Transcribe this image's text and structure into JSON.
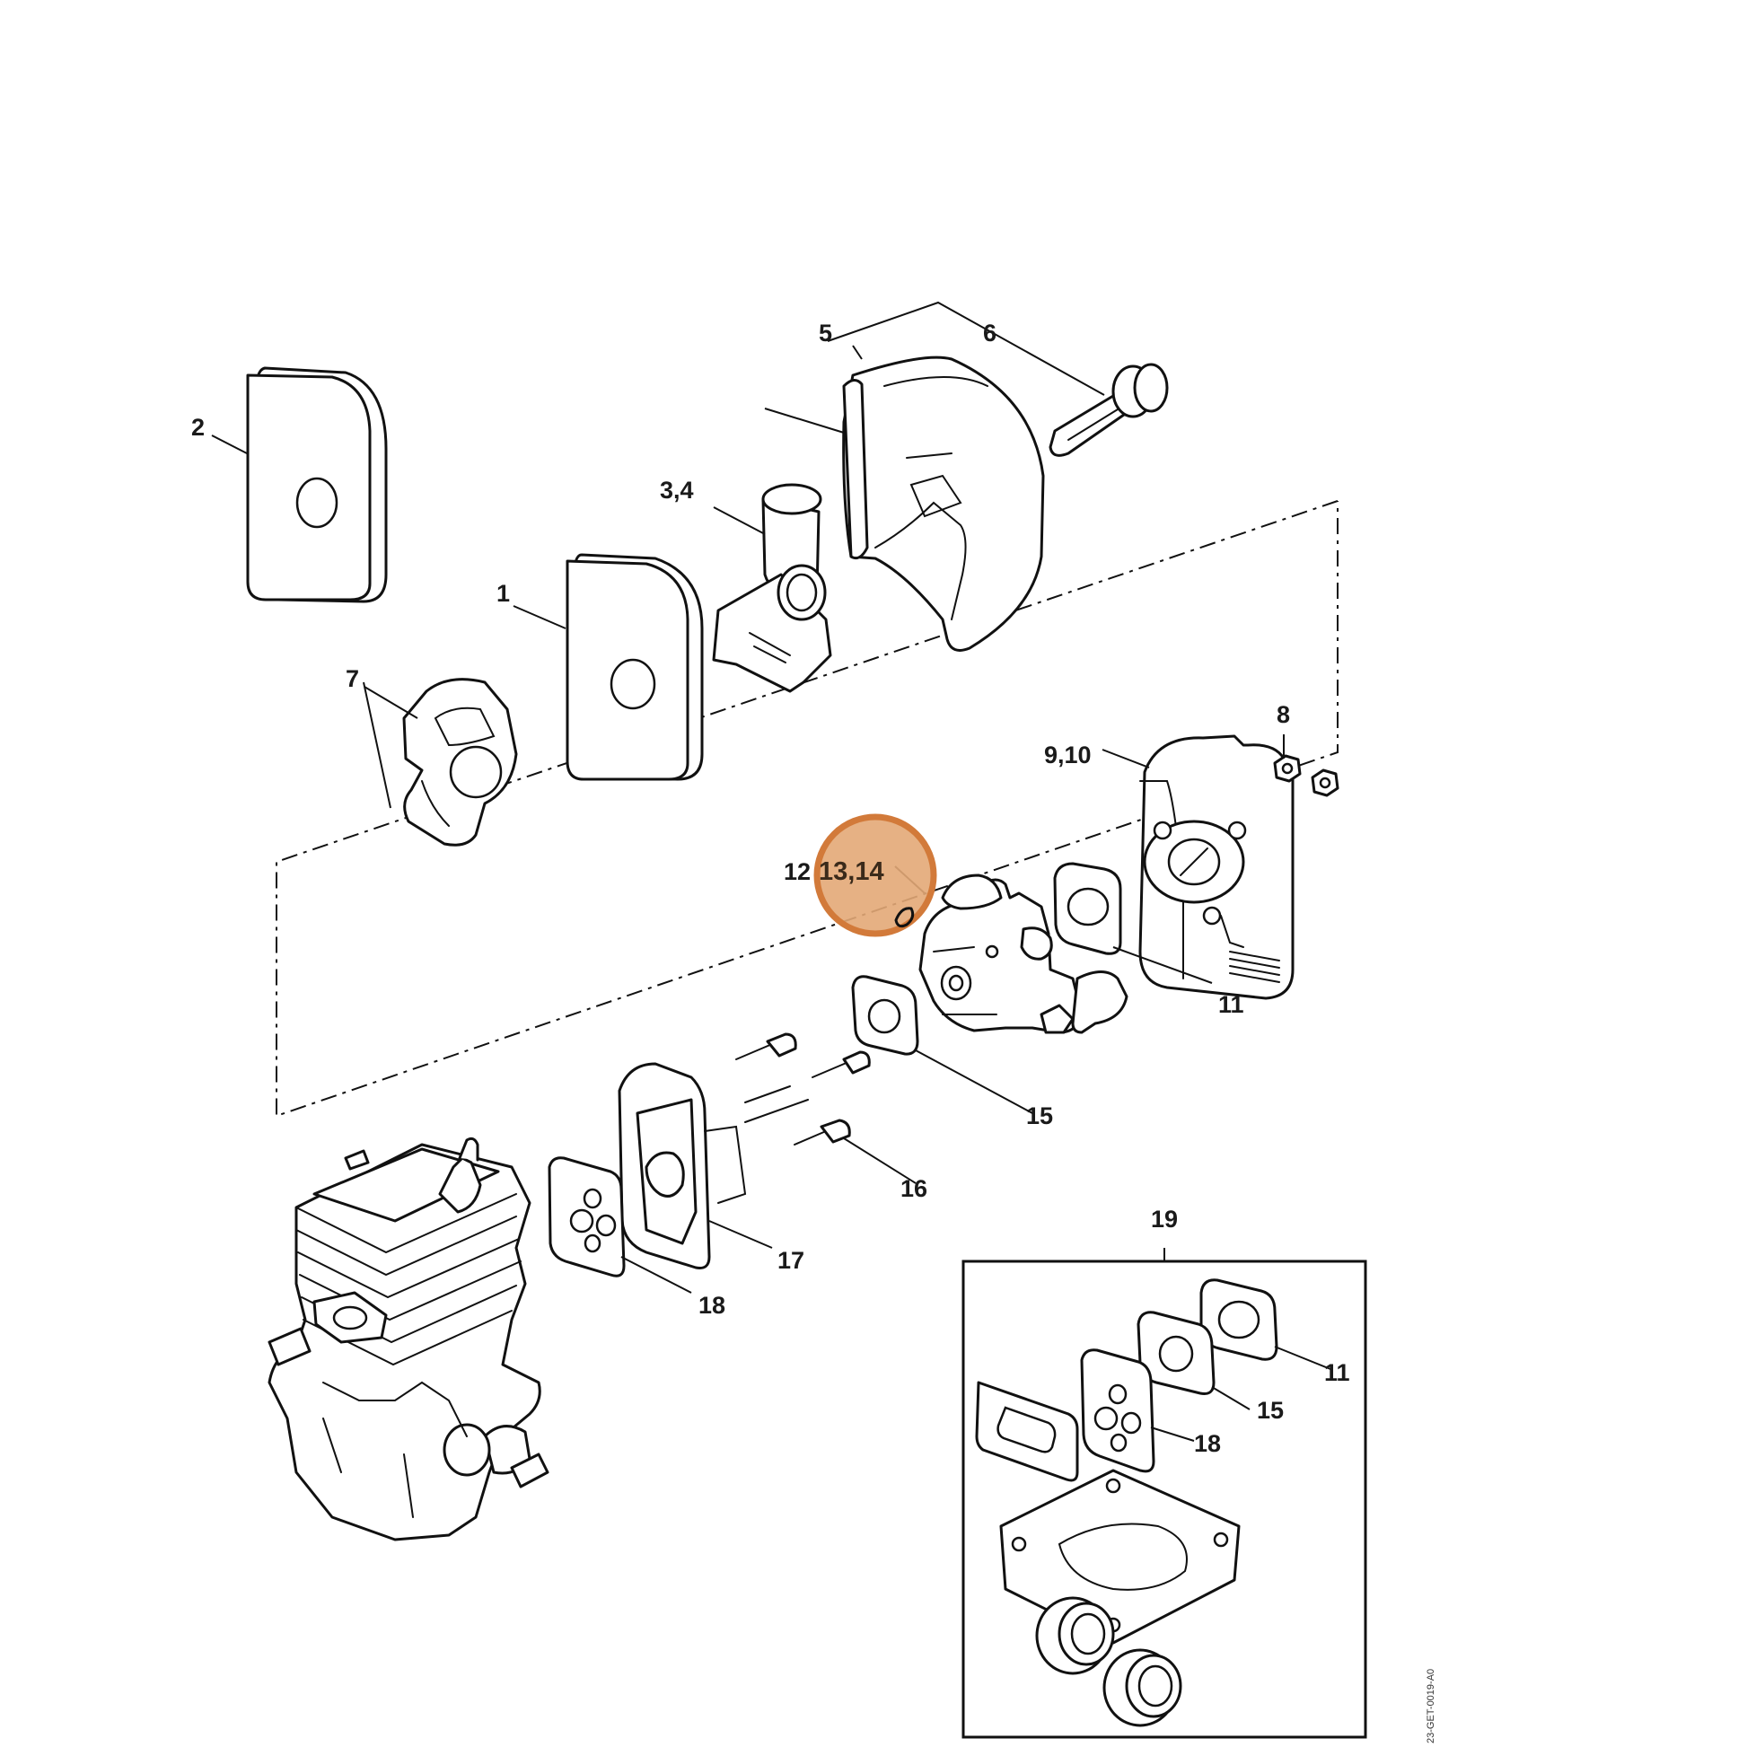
{
  "diagram": {
    "drawing_code": "23-GET-0019-A0",
    "highlight_color": "#e3a877",
    "highlight_ring_color": "#d27a3a",
    "highlighted_callout": "13,14",
    "callouts": {
      "c1": "1",
      "c2": "2",
      "c34": "3,4",
      "c5": "5",
      "c6": "6",
      "c7": "7",
      "c8": "8",
      "c910": "9,10",
      "c11": "11",
      "c12": "12",
      "c1314": "13,14",
      "c15": "15",
      "c16": "16",
      "c17": "17",
      "c18": "18",
      "c19": "19",
      "k11": "11",
      "k15": "15",
      "k18": "18"
    },
    "parts": [
      {
        "ref": "1",
        "icon": "air-filter-icon"
      },
      {
        "ref": "2",
        "icon": "pre-filter-icon"
      },
      {
        "ref": "3,4",
        "icon": "intake-choke-icon"
      },
      {
        "ref": "5",
        "icon": "filter-cover-icon"
      },
      {
        "ref": "6",
        "icon": "cover-knob-icon"
      },
      {
        "ref": "7",
        "icon": "filter-base-icon"
      },
      {
        "ref": "8",
        "icon": "hex-nut-icon"
      },
      {
        "ref": "9,10",
        "icon": "muffler-icon"
      },
      {
        "ref": "11",
        "icon": "gasket-icon"
      },
      {
        "ref": "12",
        "icon": "carburetor-icon"
      },
      {
        "ref": "13,14",
        "icon": "carburetor-linkage-icon"
      },
      {
        "ref": "15",
        "icon": "gasket-icon"
      },
      {
        "ref": "16",
        "icon": "screw-icon"
      },
      {
        "ref": "17",
        "icon": "intake-manifold-icon"
      },
      {
        "ref": "18",
        "icon": "gasket-icon"
      },
      {
        "ref": "19",
        "icon": "gasket-set-icon"
      }
    ]
  }
}
